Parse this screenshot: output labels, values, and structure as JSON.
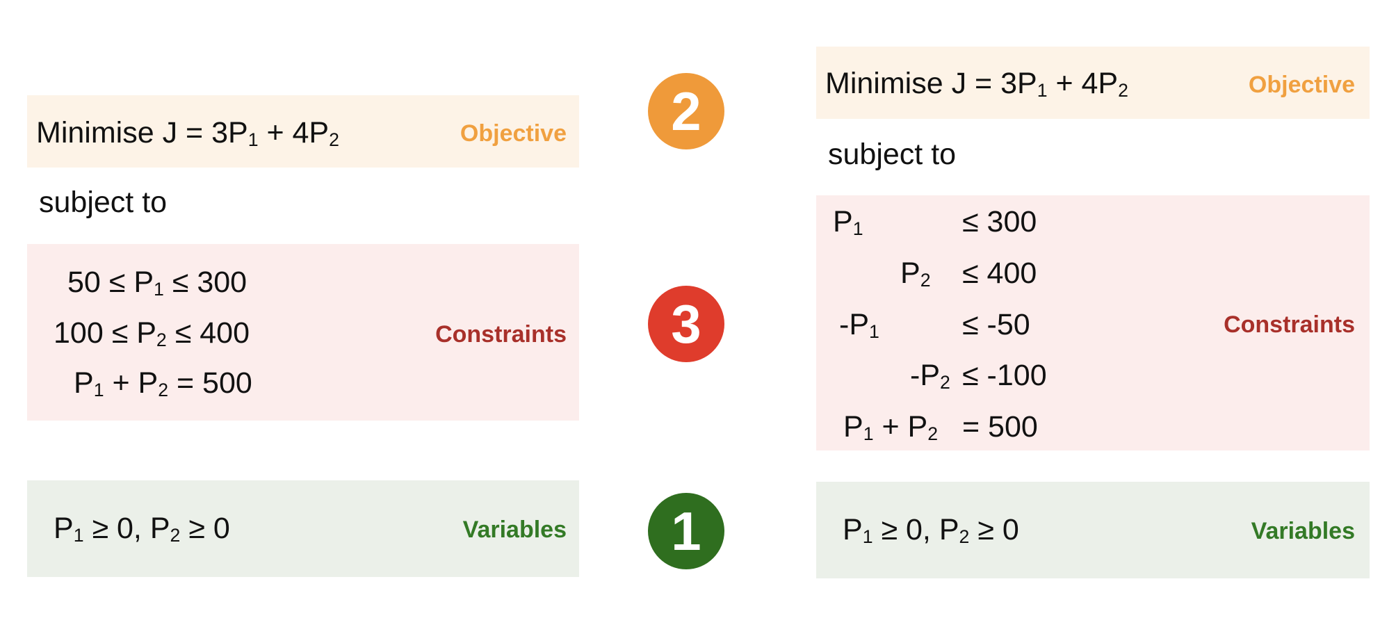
{
  "colors": {
    "objective_bg": "#fdf3e7",
    "constraints_bg": "#fcedec",
    "variables_bg": "#ebf0e9",
    "objective_accent": "#f0a040",
    "constraints_accent": "#a8302a",
    "variables_accent": "#337a26",
    "step1_circle": "#2f6e1f",
    "step2_circle": "#ef9a3a",
    "step3_circle": "#df3c2c"
  },
  "steps": {
    "one": "1",
    "two": "2",
    "three": "3"
  },
  "left": {
    "objective": {
      "prefix": "Minimise J = 3P",
      "sub1": "1",
      "middle": " + 4P",
      "sub2": "2",
      "tag": "Objective"
    },
    "subject_to": "subject to",
    "constraints": {
      "tag": "Constraints",
      "row1": {
        "lhs": "50 ≤ P",
        "sub": "1",
        "rhs": " ≤ 300"
      },
      "row2": {
        "lhs": "100 ≤ P",
        "sub": "2",
        "rhs": " ≤ 400"
      },
      "row3": {
        "a": "P",
        "sub1": "1",
        "b": " + P",
        "sub2": "2",
        "rhs": " = 500"
      }
    },
    "variables": {
      "a": "P",
      "sub1": "1",
      "b": " ≥ 0, P",
      "sub2": "2",
      "c": " ≥ 0",
      "tag": "Variables"
    }
  },
  "right": {
    "objective": {
      "prefix": "Minimise J = 3P",
      "sub1": "1",
      "middle": " + 4P",
      "sub2": "2",
      "tag": "Objective"
    },
    "subject_to": "subject to",
    "constraints": {
      "tag": "Constraints",
      "row1": {
        "var": "P",
        "sub": "1",
        "rhs": "≤ 300"
      },
      "row2": {
        "var": "P",
        "sub": "2",
        "rhs": "≤ 400"
      },
      "row3": {
        "var": "-P",
        "sub": "1",
        "rhs": "≤ -50"
      },
      "row4": {
        "var": "-P",
        "sub": "2",
        "rhs": "≤ -100"
      },
      "row5": {
        "a": "P",
        "sub1": "1",
        "b": " +  P",
        "sub2": "2",
        "rhs": "= 500"
      }
    },
    "variables": {
      "a": "P",
      "sub1": "1",
      "b": " ≥ 0, P",
      "sub2": "2",
      "c": " ≥ 0",
      "tag": "Variables"
    }
  }
}
